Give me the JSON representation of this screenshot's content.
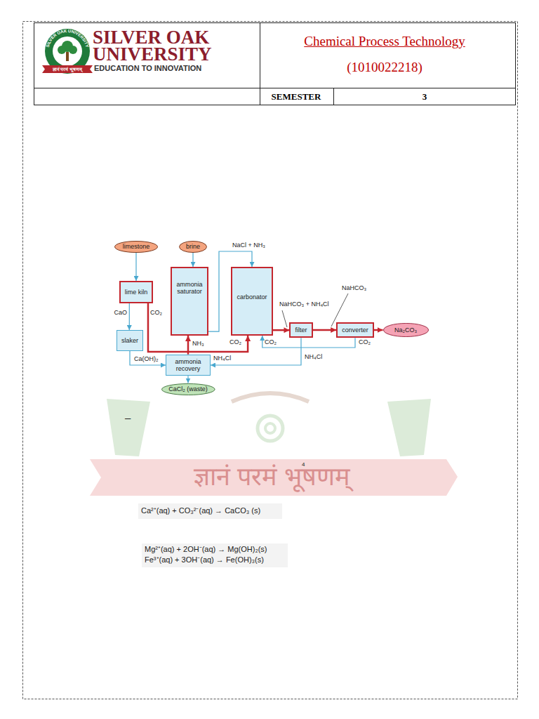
{
  "diagram": {
    "nodes": [
      {
        "text": [
          "limestone"
        ]
      },
      {
        "text": [
          "brine"
        ]
      },
      {
        "text": [
          "lime kiln"
        ]
      },
      {
        "text": [
          "ammonia saturator"
        ]
      },
      {
        "text": [
          "carbonator"
        ]
      },
      {
        "text": [
          "slaker"
        ]
      },
      {
        "text": [
          "filter"
        ]
      },
      {
        "text": [
          "converter"
        ]
      },
      {
        "text": [
          "Na₂CO₃"
        ]
      },
      {
        "text": [
          "ammonia recovery"
        ]
      },
      {
        "text": [
          "CaCl₂ (waste)"
        ]
      }
    ],
    "edges": [
      {
        "from": 0,
        "to": 2,
        "arrow": "to"
      },
      {
        "from": 1,
        "to": 3,
        "arrow": "to"
      },
      {
        "from": 2,
        "to": 5,
        "label": "CaO",
        "arrow": "to"
      },
      {
        "from": 2,
        "to": 4,
        "label": "CO₂",
        "arrow": "to"
      },
      {
        "from": 5,
        "to": 9,
        "label": "Ca(OH)₂",
        "arrow": "to"
      },
      {
        "from": 9,
        "to": 3,
        "label": "NH₃",
        "arrow": "to"
      },
      {
        "from": 3,
        "to": 4,
        "label": "NaCl + NH₃",
        "arrow": "to"
      },
      {
        "from": 4,
        "to": 6,
        "label": "NaHCO₃ + NH₄Cl",
        "arrow": "to"
      },
      {
        "from": 6,
        "to": 7,
        "label": "NaHCO₃",
        "arrow": "to"
      },
      {
        "from": 6,
        "to": 9,
        "label": "NH₄Cl",
        "arrow": "to"
      },
      {
        "from": 7,
        "to": 8,
        "arrow": "to"
      },
      {
        "from": 7,
        "to": 4,
        "label": "CO₂",
        "arrow": "to"
      },
      {
        "from": 9,
        "to": 10,
        "arrow": "to"
      }
    ],
    "labels": [
      "SILVER OAK",
      "UNIVERSITY",
      "EDUCATION TO INNOVATION",
      "ज्ञानं परमं भूषणम्",
      "SILVER OAK UNIVERSITY",
      "Chemical Process Technology",
      "(1010022218)",
      "SEMESTER",
      "3",
      "CO₂",
      "CO₂",
      "NH₄Cl",
      "ज्ञानं परमं भूषणम्",
      "–",
      "4",
      "Ca²⁺(aq) + CO₃²⁻(aq) → CaCO₃ (s)",
      "Mg²⁺(aq) + 2OH⁻(aq) → Mg(OH)₂(s)",
      "Fe³⁺(aq) + 3OH⁻(aq) → Fe(OH)₃(s)"
    ]
  }
}
